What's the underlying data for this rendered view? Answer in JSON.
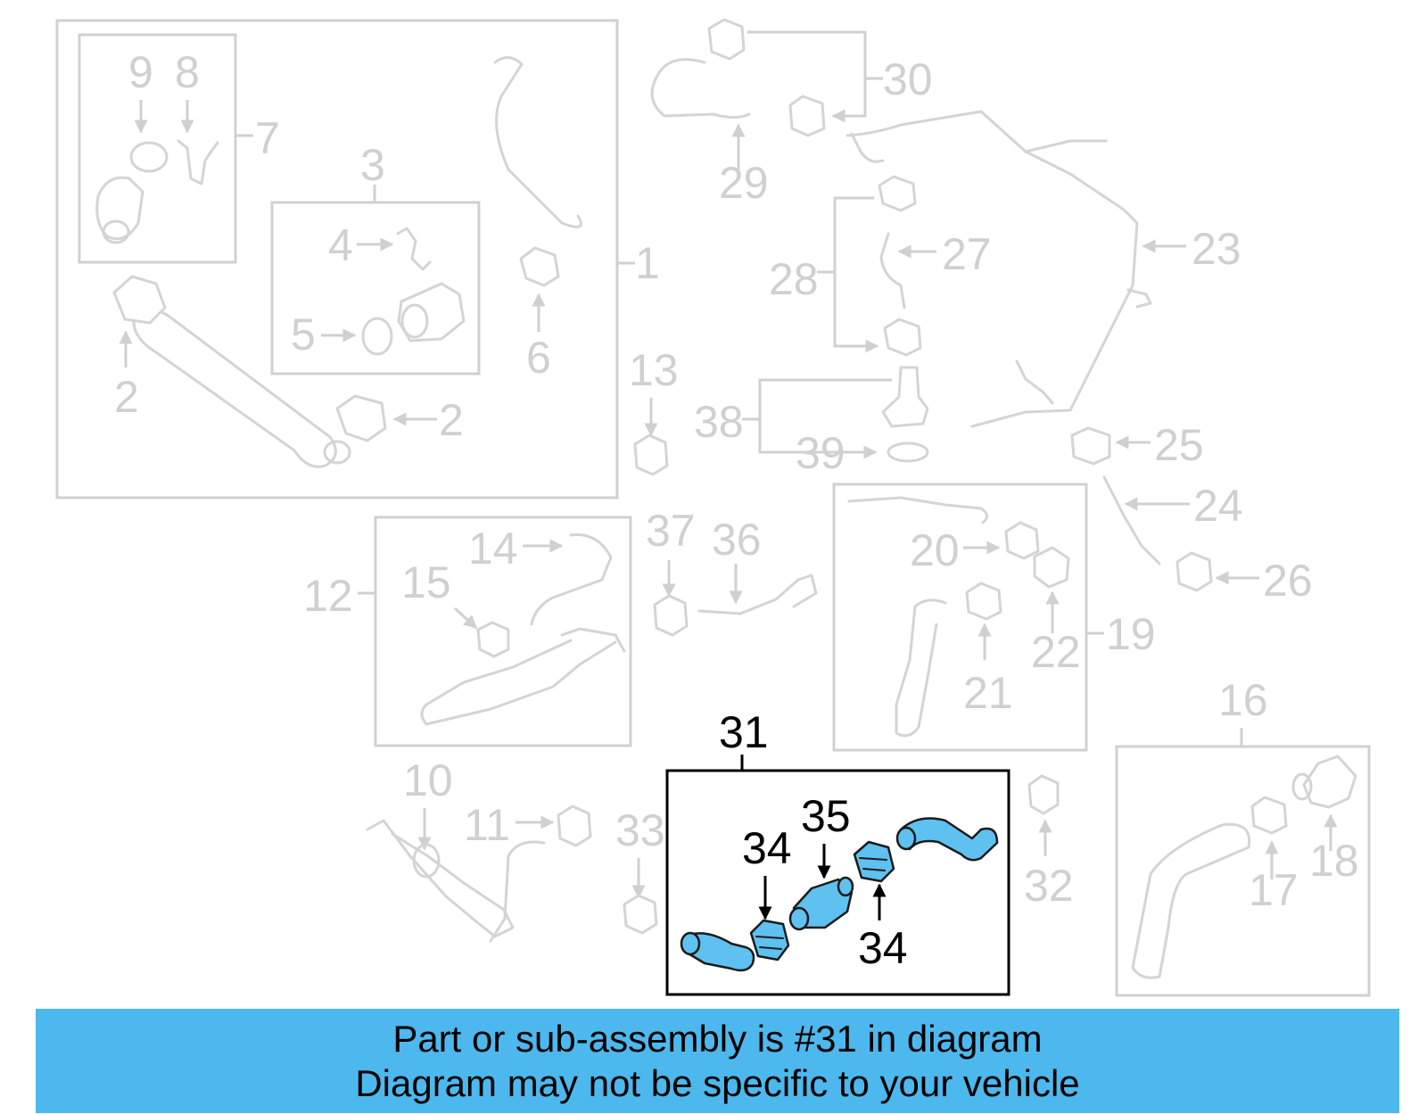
{
  "callouts": {
    "c1": "1",
    "c2a": "2",
    "c2b": "2",
    "c3": "3",
    "c4": "4",
    "c5": "5",
    "c6": "6",
    "c7": "7",
    "c8": "8",
    "c9": "9",
    "c10": "10",
    "c11": "11",
    "c12": "12",
    "c13": "13",
    "c14": "14",
    "c15": "15",
    "c16": "16",
    "c17": "17",
    "c18": "18",
    "c19": "19",
    "c20": "20",
    "c21": "21",
    "c22": "22",
    "c23": "23",
    "c24": "24",
    "c25": "25",
    "c26": "26",
    "c27": "27",
    "c28": "28",
    "c29": "29",
    "c30": "30",
    "c31": "31",
    "c32": "32",
    "c33": "33",
    "c34a": "34",
    "c34b": "34",
    "c35": "35",
    "c36": "36",
    "c37": "37",
    "c38": "38",
    "c39": "39"
  },
  "banner": {
    "line1": "Part or sub-assembly is #31 in diagram",
    "line2": "Diagram may not be specific to your vehicle"
  },
  "colors": {
    "highlight": "#5ec1f0",
    "banner": "#4db8ed",
    "greyed": "#d0d0d0"
  }
}
